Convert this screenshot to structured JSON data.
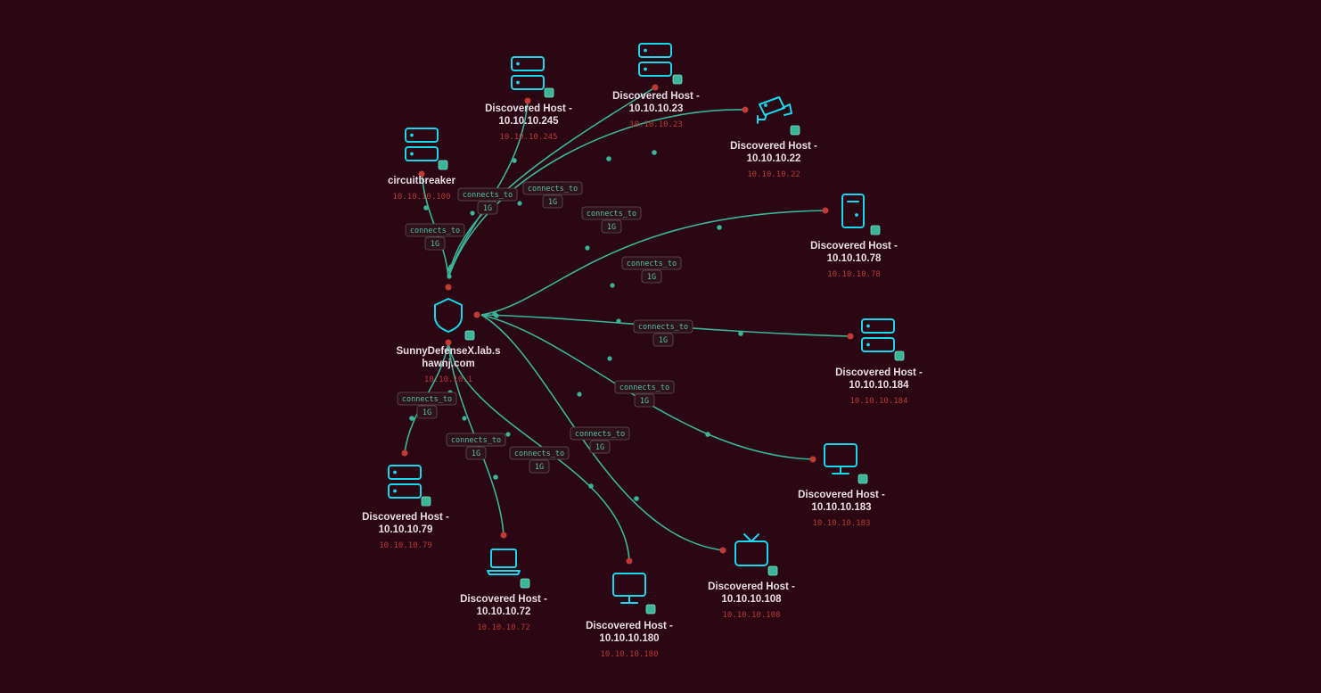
{
  "colors": {
    "background": "#2a0713",
    "edge": "#3bb597",
    "icon": "#19d8ee",
    "port": "#c23a36",
    "ip_text": "#b63a35",
    "title_text": "#e8dde4"
  },
  "center": {
    "id": "gw",
    "title_lines": [
      "SunnyDefenseX.lab.s",
      "hawnj.com"
    ],
    "ip": "10.10.10.1",
    "icon": "shield-icon"
  },
  "nodes": [
    {
      "id": "cb",
      "title_lines": [
        "circuitbreaker"
      ],
      "ip": "10.10.10.100",
      "icon": "server-icon"
    },
    {
      "id": "h245",
      "title_lines": [
        "Discovered Host -",
        "10.10.10.245"
      ],
      "ip": "10.10.10.245",
      "icon": "server-icon"
    },
    {
      "id": "h23",
      "title_lines": [
        "Discovered Host -",
        "10.10.10.23"
      ],
      "ip": "10.10.10.23",
      "icon": "server-icon"
    },
    {
      "id": "h22",
      "title_lines": [
        "Discovered Host -",
        "10.10.10.22"
      ],
      "ip": "10.10.10.22",
      "icon": "camera-icon"
    },
    {
      "id": "h78",
      "title_lines": [
        "Discovered Host -",
        "10.10.10.78"
      ],
      "ip": "10.10.10.78",
      "icon": "tower-pc-icon"
    },
    {
      "id": "h184",
      "title_lines": [
        "Discovered Host -",
        "10.10.10.184"
      ],
      "ip": "10.10.10.184",
      "icon": "server-icon"
    },
    {
      "id": "h183",
      "title_lines": [
        "Discovered Host -",
        "10.10.10.183"
      ],
      "ip": "10.10.10.183",
      "icon": "monitor-icon"
    },
    {
      "id": "h108",
      "title_lines": [
        "Discovered Host -",
        "10.10.10.108"
      ],
      "ip": "10.10.10.108",
      "icon": "tv-icon"
    },
    {
      "id": "h180",
      "title_lines": [
        "Discovered Host -",
        "10.10.10.180"
      ],
      "ip": "10.10.10.180",
      "icon": "monitor-icon"
    },
    {
      "id": "h72",
      "title_lines": [
        "Discovered Host -",
        "10.10.10.72"
      ],
      "ip": "10.10.10.72",
      "icon": "laptop-icon"
    },
    {
      "id": "h79",
      "title_lines": [
        "Discovered Host -",
        "10.10.10.79"
      ],
      "ip": "10.10.10.79",
      "icon": "server-icon"
    }
  ],
  "edges": [
    {
      "to": "cb",
      "label": "connects_to",
      "speed": "1G"
    },
    {
      "to": "h245",
      "label": "connects_to",
      "speed": "1G"
    },
    {
      "to": "h23",
      "label": "connects_to",
      "speed": "1G"
    },
    {
      "to": "h22",
      "label": "connects_to",
      "speed": "1G"
    },
    {
      "to": "h78",
      "label": "connects_to",
      "speed": "1G"
    },
    {
      "to": "h184",
      "label": "connects_to",
      "speed": "1G"
    },
    {
      "to": "h183",
      "label": "connects_to",
      "speed": "1G"
    },
    {
      "to": "h108",
      "label": "connects_to",
      "speed": "1G"
    },
    {
      "to": "h180",
      "label": "connects_to",
      "speed": "1G"
    },
    {
      "to": "h72",
      "label": "connects_to",
      "speed": "1G"
    },
    {
      "to": "h79",
      "label": "connects_to",
      "speed": "1G"
    }
  ]
}
